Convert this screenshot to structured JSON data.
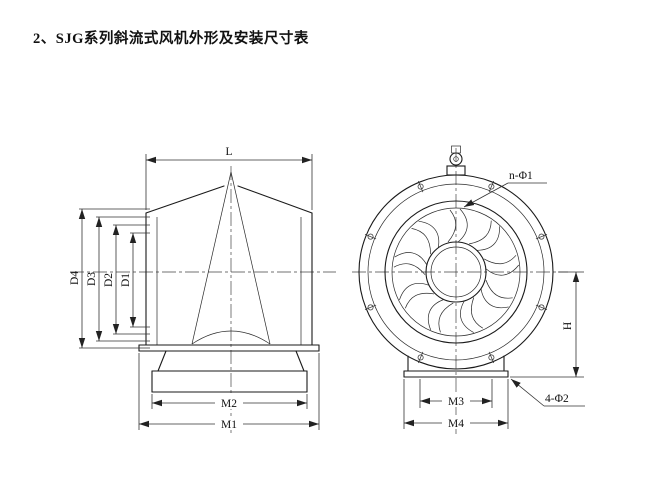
{
  "title": "2、SJG系列斜流式风机外形及安装尺寸表",
  "side_view": {
    "dims": {
      "length": "L",
      "d4": "D4",
      "d3": "D3",
      "d2": "D2",
      "d1": "D1",
      "m2": "M2",
      "m1": "M1"
    }
  },
  "front_view": {
    "dims": {
      "bolt_holes": "n-Φ1",
      "height": "H",
      "m3": "M3",
      "m4": "M4",
      "base_holes": "4-Φ2"
    }
  },
  "colors": {
    "line": "#1a1a1a",
    "dimension": "#333333",
    "background": "#ffffff"
  }
}
